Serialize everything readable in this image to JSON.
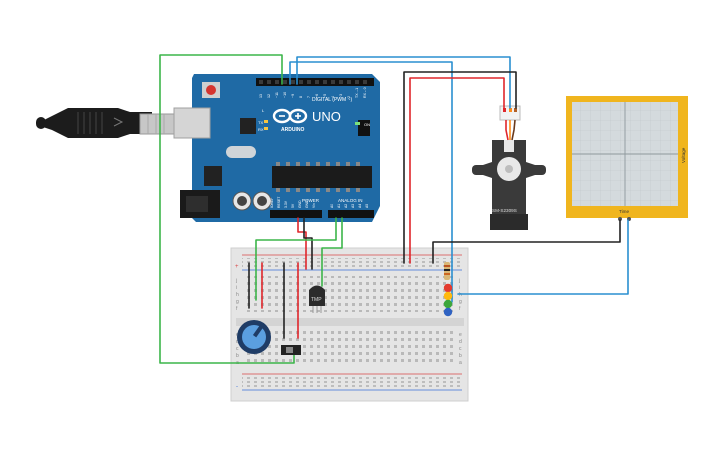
{
  "arduino": {
    "brand": "UNO",
    "aref_label": "AREF",
    "gnd_label": "GND",
    "header_numbers": [
      "13",
      "12",
      "~11",
      "~10",
      "~9",
      "8",
      "7",
      "~6",
      "~5",
      "4",
      "~3",
      "2",
      "TX→1",
      "RX←0"
    ],
    "digital_label": "DIGITAL (PWM ~)",
    "power_label": "POWER",
    "analog_label": "ANALOG IN",
    "power_pins": [
      "IOREF",
      "RESET",
      "3.3V",
      "5V",
      "GND",
      "GND",
      "Vin"
    ],
    "analog_pins": [
      "A0",
      "A1",
      "A2",
      "A3",
      "A4",
      "A5"
    ],
    "led_l": "L",
    "led_tx": "TX",
    "led_rx": "RX",
    "led_on": "ON"
  },
  "servo": {
    "model": "SM-S2309S"
  },
  "oscilloscope": {
    "time_label": "Time",
    "voltage_label": "Voltage"
  },
  "sensor": {
    "label": "TMP"
  },
  "breadboard": {
    "row_letters_top": [
      "j",
      "i",
      "h",
      "g",
      "f"
    ],
    "row_letters_bottom": [
      "e",
      "d",
      "c",
      "b",
      "a"
    ],
    "rail_plus": "+",
    "rail_minus": "-"
  },
  "colors": {
    "arduino_blue": "#1f6aa5",
    "wire_green": "#3cb54a",
    "wire_blue": "#2a8fd0",
    "wire_red": "#e0262b",
    "wire_black": "#222222",
    "scope_frame": "#f0b51e",
    "servo_body": "#3a3a3a"
  }
}
